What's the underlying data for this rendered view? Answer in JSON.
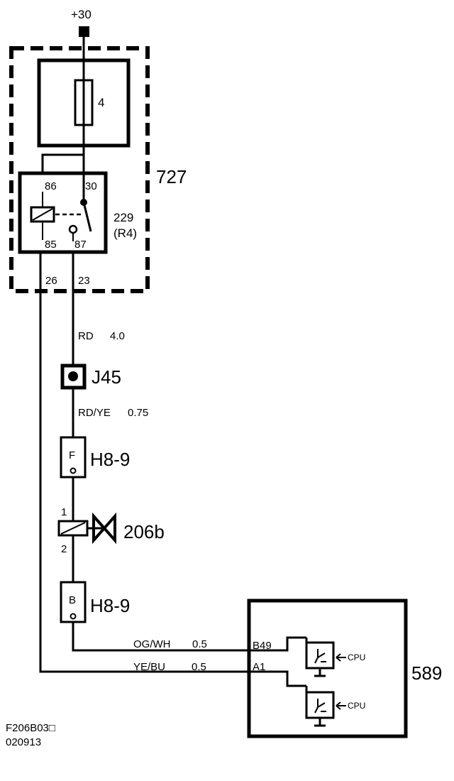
{
  "supply": {
    "label": "+30"
  },
  "fuse": {
    "number": "4"
  },
  "module_727": {
    "label": "727"
  },
  "relay": {
    "id": "229",
    "ref": "(R4)",
    "pins": {
      "p86": "86",
      "p30": "30",
      "p85": "85",
      "p87": "87"
    }
  },
  "module_pins": {
    "left": "26",
    "right": "23"
  },
  "wires": {
    "w1": {
      "color": "RD",
      "size": "4.0"
    },
    "w2": {
      "color": "RD/YE",
      "size": "0.75"
    },
    "w3": {
      "color": "OG/WH",
      "size": "0.5"
    },
    "w4": {
      "color": "YE/BU",
      "size": "0.5"
    }
  },
  "splice": {
    "label": "J45"
  },
  "connector_top": {
    "pin": "F",
    "label": "H8-9"
  },
  "connector_bottom": {
    "pin": "B",
    "label": "H8-9"
  },
  "valve": {
    "label": "206b",
    "pin_top": "1",
    "pin_bottom": "2"
  },
  "ecu": {
    "label": "589",
    "pin_b49": "B49",
    "pin_a1": "A1",
    "cpu1": "CPU",
    "cpu2": "CPU"
  },
  "footer": {
    "ref": "F206B03□",
    "date": "020913"
  }
}
